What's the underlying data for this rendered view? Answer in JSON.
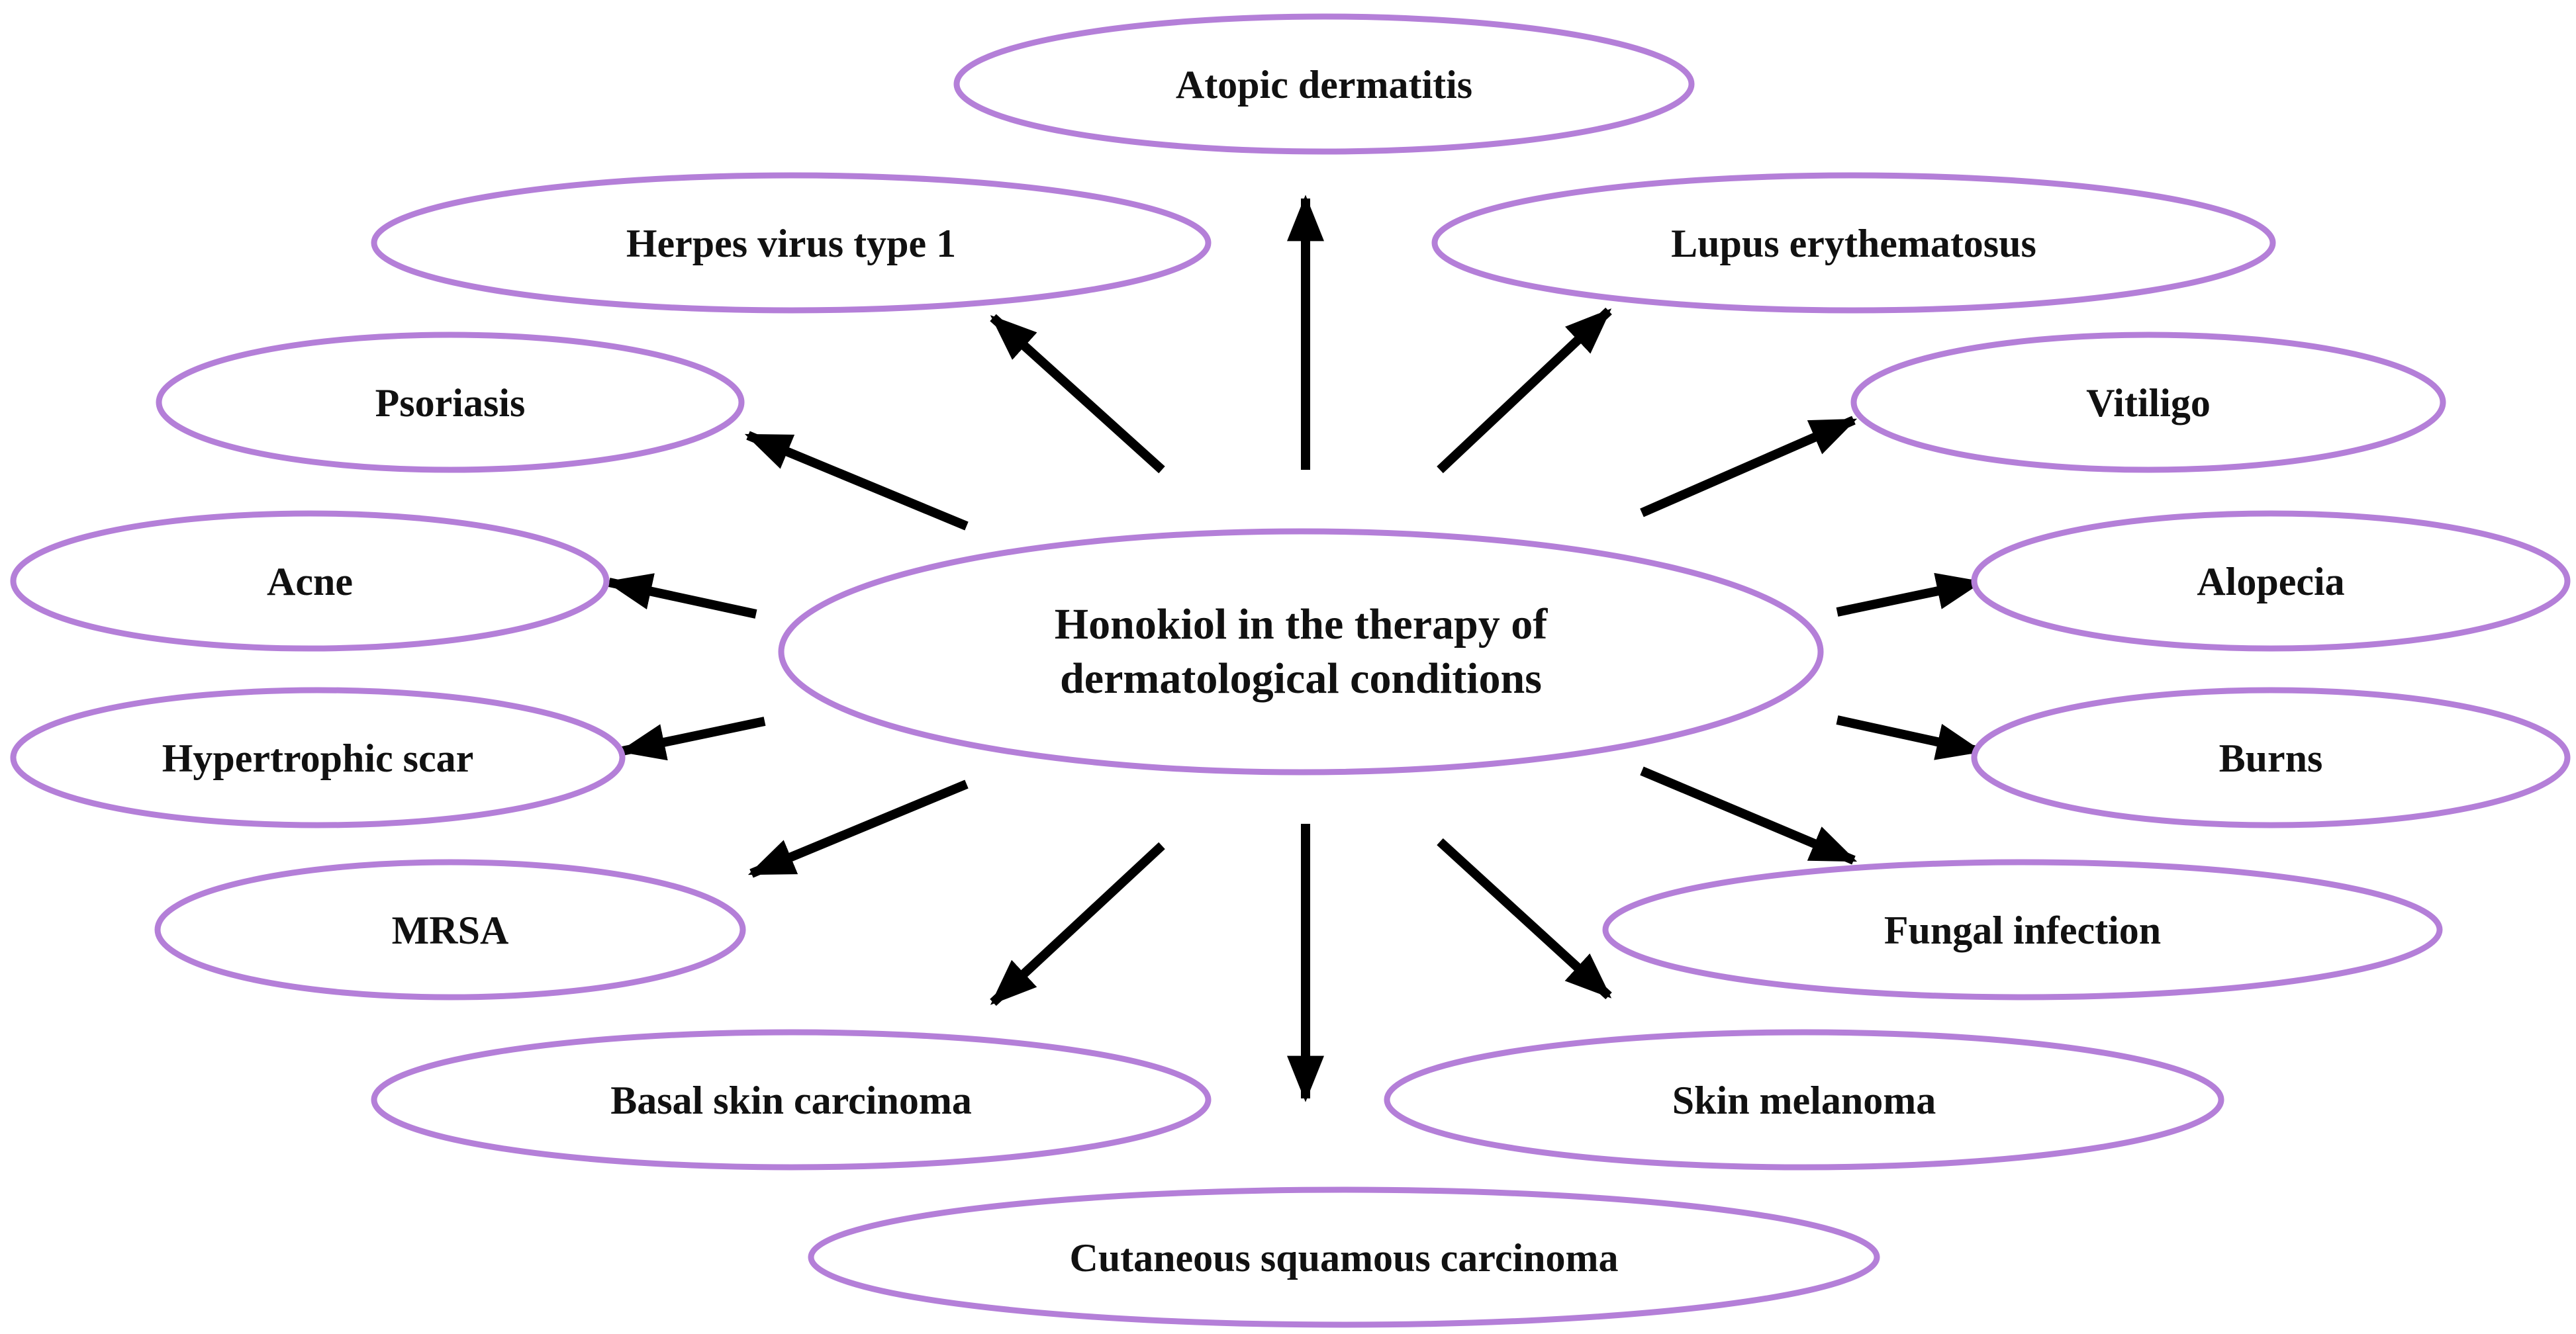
{
  "center": {
    "line1": "Honokiol in the therapy of",
    "line2": "dermatological conditions"
  },
  "conditions": {
    "atopic": "Atopic dermatitis",
    "herpes": "Herpes virus type 1",
    "lupus": "Lupus erythematosus",
    "psoriasis": "Psoriasis",
    "vitiligo": "Vitiligo",
    "acne": "Acne",
    "alopecia": "Alopecia",
    "hypertrophic": "Hypertrophic scar",
    "burns": "Burns",
    "mrsa": "MRSA",
    "fungal": "Fungal infection",
    "basal": "Basal skin carcinoma",
    "melanoma": "Skin melanoma",
    "squamous": "Cutaneous squamous carcinoma"
  },
  "colors": {
    "oval_outline": "#b47fd8",
    "arrow": "#000000",
    "text": "#111111"
  }
}
